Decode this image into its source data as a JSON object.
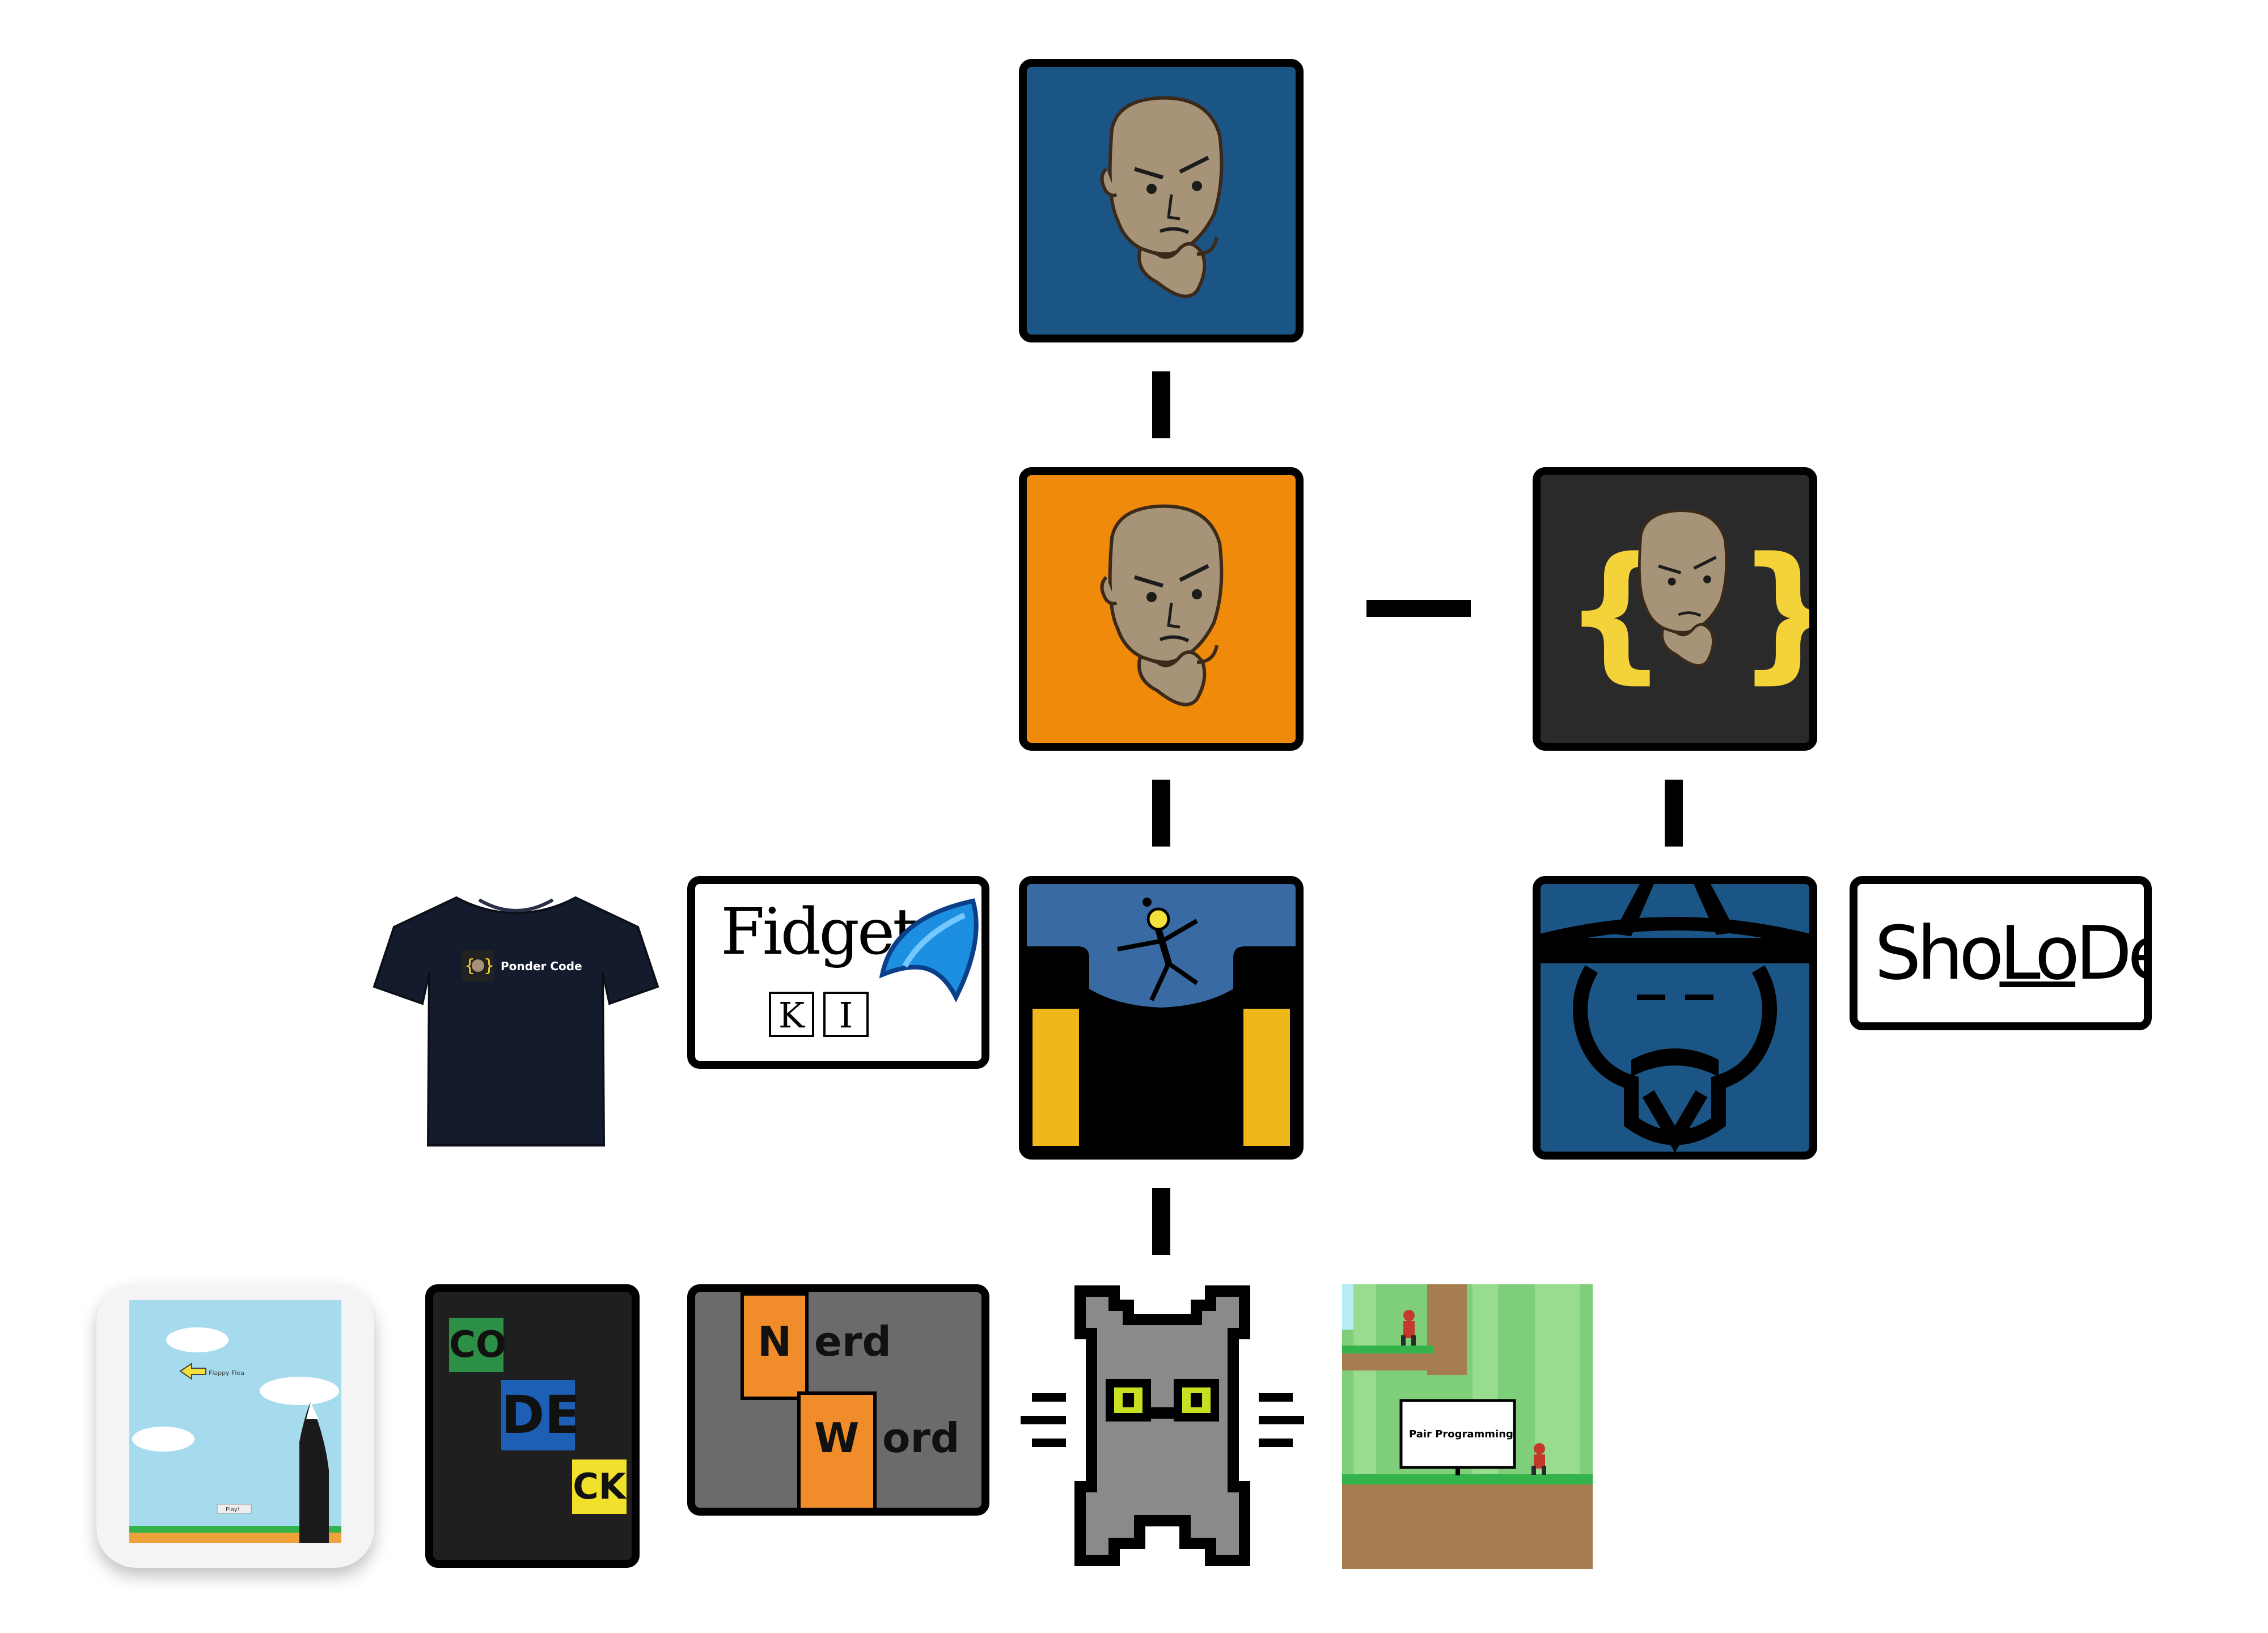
{
  "colors": {
    "blue_tile": "#1a5585",
    "orange_tile": "#f08a0b",
    "dark_tile": "#2a2a2a",
    "skin": "#a79478",
    "gold": "#f0b71a",
    "brace_yellow": "#f4d23a",
    "codeck_green": "#2b8f45",
    "codeck_blue": "#1d5fb5",
    "codeck_yellow": "#f1e12c",
    "nerdword_orange": "#f08d2a",
    "nerdword_gray": "#6b6b6b",
    "cat_gray": "#8a8a8a",
    "cat_eye": "#c8e023",
    "grass_green": "#34b34a",
    "sky_blue": "#a6dbee"
  },
  "nodes": {
    "ponder_blue": {
      "icon": "thinking-face-icon"
    },
    "ponder_orange": {
      "icon": "thinking-face-icon"
    },
    "ponder_code_braces": {
      "icon": "thinking-face-braces-icon",
      "left_brace": "{",
      "right_brace": "}"
    },
    "tshirt": {
      "icon": "tshirt-icon",
      "label": "Ponder Code"
    },
    "fidget": {
      "title": "Fidget",
      "keys": [
        "K",
        "I"
      ],
      "icon": "fin-icon"
    },
    "skydiver": {
      "icon": "skydiver-icon"
    },
    "wizard": {
      "icon": "wizard-face-icon"
    },
    "sholodex": {
      "title_parts": [
        "Sho",
        "Lo",
        "Dex"
      ]
    },
    "flappy": {
      "icon": "flappy-flea-app-icon",
      "label": "Flappy Flea",
      "button": "Play!"
    },
    "codeck": {
      "letters": [
        "CO",
        "DE",
        "CK"
      ]
    },
    "nerdword": {
      "word1_initial": "N",
      "word1_rest": "erd",
      "word2_initial": "W",
      "word2_rest": "ord"
    },
    "pixel_cat": {
      "icon": "pixel-cat-icon"
    },
    "pair_programming": {
      "sign": "Pair Programming",
      "icon": "platformer-scene-icon"
    }
  }
}
